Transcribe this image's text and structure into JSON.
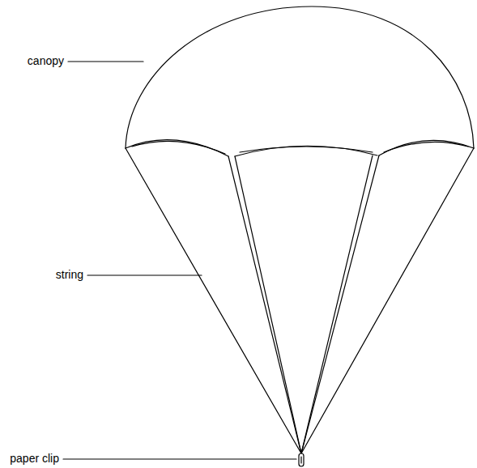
{
  "diagram": {
    "labels": [
      "canopy",
      "string",
      "paper clip"
    ]
  }
}
